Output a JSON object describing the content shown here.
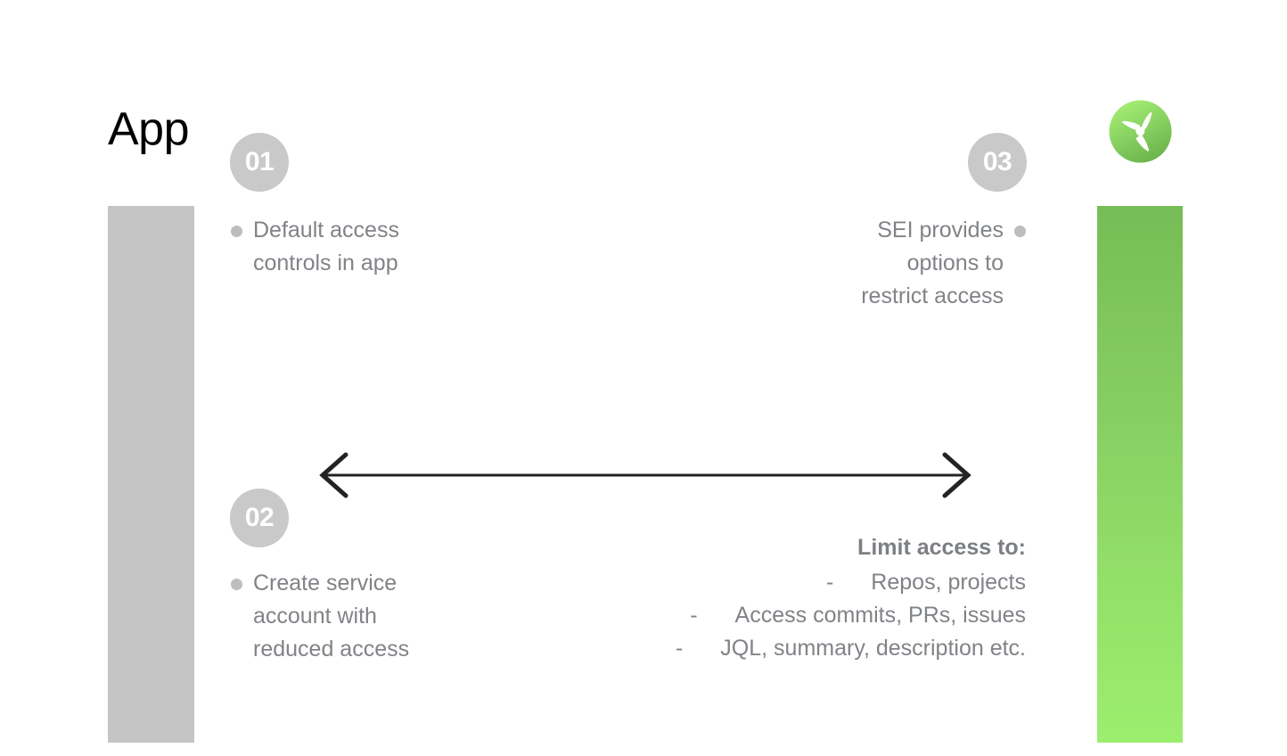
{
  "slide": {
    "title": "App",
    "background_color": "#ffffff"
  },
  "logo": {
    "name": "propeller-logo",
    "circle_color_top": "#9fe86f",
    "circle_color_bottom": "#6fb94f",
    "blade_color": "#ffffff"
  },
  "bars": {
    "left": {
      "color": "#c5c5c5",
      "label": "left-gray-bar"
    },
    "right": {
      "gradient_top": "#77bd57",
      "gradient_bottom": "#9cee6e",
      "label": "right-green-bar"
    }
  },
  "steps": [
    {
      "number": "01",
      "text": "Default access\ncontrols in app",
      "align": "left"
    },
    {
      "number": "02",
      "text": "Create service\naccount with\nreduced access",
      "align": "left"
    },
    {
      "number": "03",
      "text": "SEI provides\noptions to\nrestrict access",
      "align": "right"
    }
  ],
  "limit_access": {
    "title": "Limit access to:",
    "dash": "-",
    "items": [
      "Repos, projects",
      "Access commits, PRs, issues",
      "JQL, summary, description etc."
    ]
  },
  "arrow": {
    "name": "double-headed-arrow",
    "color": "#232323",
    "direction": "bidirectional"
  },
  "colors": {
    "badge_bg": "#c9c9c9",
    "badge_text": "#ffffff",
    "body_text": "#808387",
    "bullet_dot": "#bdbdbd",
    "title_text": "#000000"
  }
}
